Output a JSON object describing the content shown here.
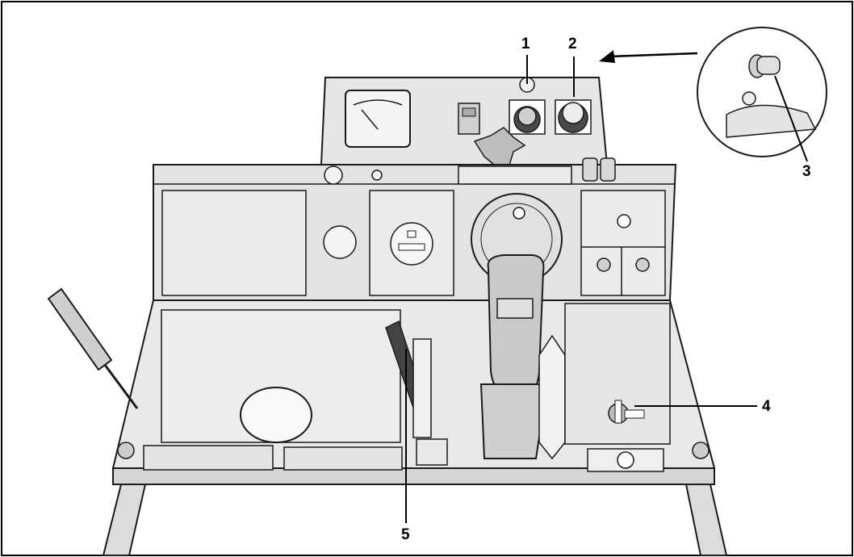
{
  "figure": {
    "background": "#ffffff",
    "line_color": "#1a1a1a",
    "panel_fill": "#e6e6e6",
    "panel_fill_dark": "#cfcfcf",
    "callouts": [
      {
        "label": "1",
        "target": "left-push-button"
      },
      {
        "label": "2",
        "target": "right-push-button"
      },
      {
        "label": "3",
        "target": "detail-magnifier-knob"
      },
      {
        "label": "4",
        "target": "ignition-key-switch"
      },
      {
        "label": "5",
        "target": "side-lever"
      }
    ]
  }
}
